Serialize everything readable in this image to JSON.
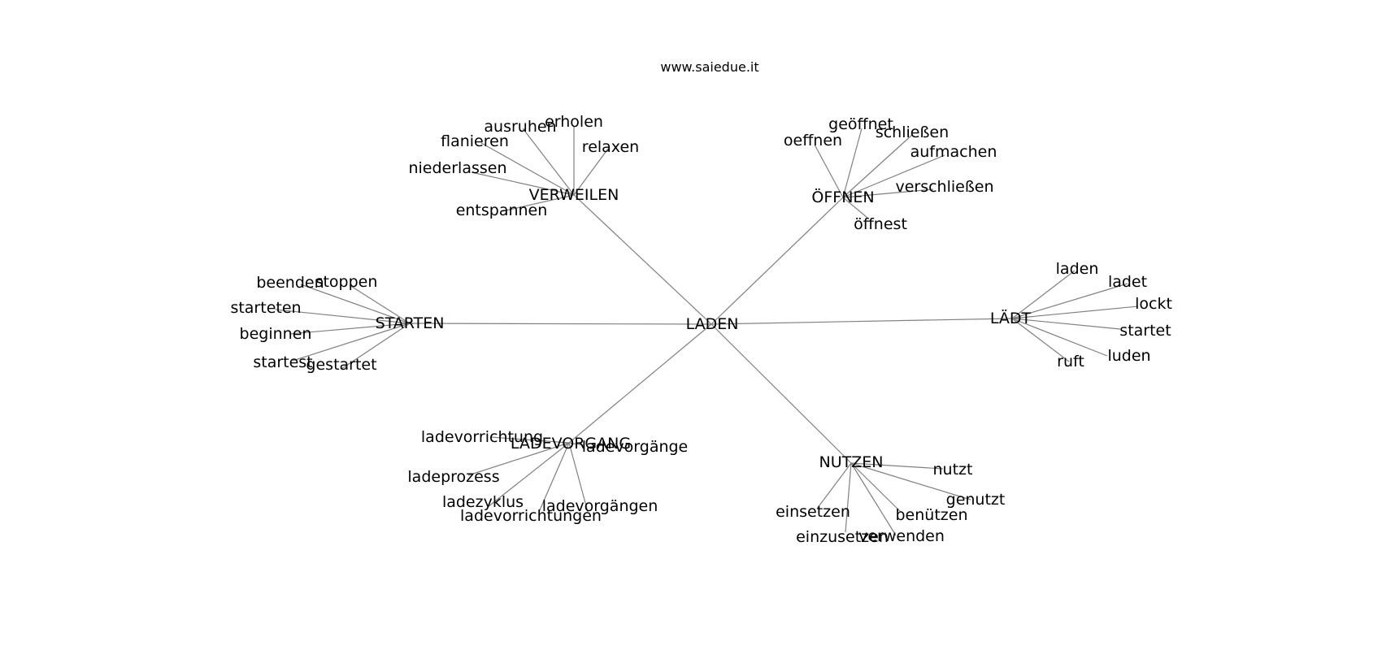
{
  "site": "www.saiedue.it",
  "center": "LADEN",
  "hubs": [
    {
      "label": "VERWEILEN",
      "leaves": [
        "erholen",
        "ausruhen",
        "flanieren",
        "relaxen",
        "niederlassen",
        "entspannen"
      ]
    },
    {
      "label": "ÖFFNEN",
      "leaves": [
        "geöffnet",
        "schließen",
        "oeffnen",
        "aufmachen",
        "verschließen",
        "öffnest"
      ]
    },
    {
      "label": "STARTEN",
      "leaves": [
        "beenden",
        "stoppen",
        "starteten",
        "beginnen",
        "startest",
        "gestartet"
      ]
    },
    {
      "label": "LÄDT",
      "leaves": [
        "laden",
        "ladet",
        "lockt",
        "startet",
        "luden",
        "ruft"
      ]
    },
    {
      "label": "LADEVORGANG",
      "leaves": [
        "ladevorrichtung",
        "ladevorgänge",
        "ladeprozess",
        "ladezyklus",
        "ladevorgängen",
        "ladevorrichtungen"
      ]
    },
    {
      "label": "NUTZEN",
      "leaves": [
        "nutzt",
        "genutzt",
        "einsetzen",
        "benützen",
        "verwenden",
        "einzusetzen"
      ]
    }
  ]
}
